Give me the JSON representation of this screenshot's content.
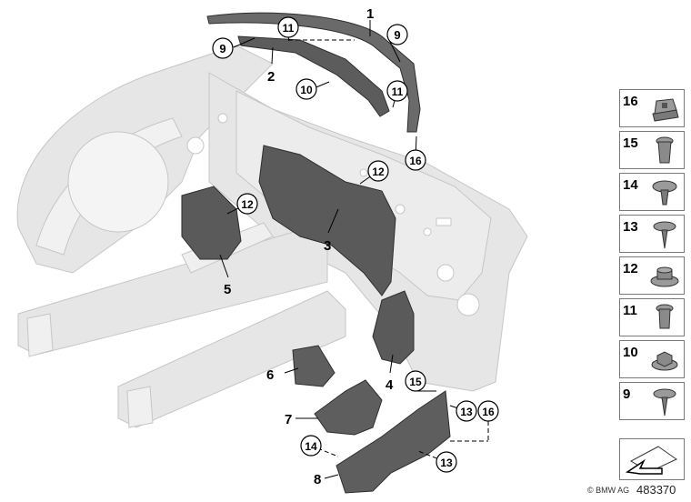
{
  "callouts": {
    "c1": "1",
    "c2": "2",
    "c3": "3",
    "c4": "4",
    "c5": "5",
    "c6": "6",
    "c7": "7",
    "c8": "8",
    "c9a": "9",
    "c9b": "9",
    "c10": "10",
    "c11a": "11",
    "c11b": "11",
    "c12a": "12",
    "c12b": "12",
    "c13a": "13",
    "c13b": "13",
    "c14": "14",
    "c15": "15",
    "c16a": "16",
    "c16b": "16"
  },
  "legend": [
    {
      "num": "16",
      "icon": "clip-nut-icon"
    },
    {
      "num": "15",
      "icon": "expanding-nut-icon"
    },
    {
      "num": "14",
      "icon": "push-rivet-icon"
    },
    {
      "num": "13",
      "icon": "screw-icon"
    },
    {
      "num": "12",
      "icon": "flange-nut-icon"
    },
    {
      "num": "11",
      "icon": "expanding-nut-icon"
    },
    {
      "num": "10",
      "icon": "hex-nut-icon"
    },
    {
      "num": "9",
      "icon": "screw-icon"
    }
  ],
  "footer": {
    "brand": "© BMW AG",
    "id": "483370"
  },
  "colors": {
    "ghost": "#e4e4e4",
    "ghostStroke": "#c8c8c8",
    "part": "#5c5c5c",
    "partDark": "#3a3a3a"
  }
}
